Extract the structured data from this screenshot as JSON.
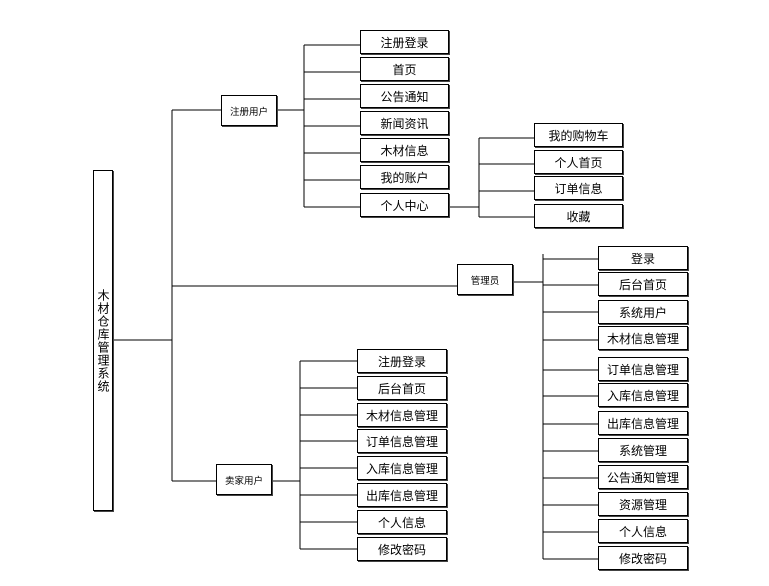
{
  "root": "木材仓库管理系统",
  "groups": [
    {
      "label": "注册用户",
      "items": [
        "注册登录",
        "首页",
        "公告通知",
        "新闻资讯",
        "木材信息",
        "我的账户",
        "个人中心"
      ],
      "sub": {
        "parent": "个人中心",
        "items": [
          "我的购物车",
          "个人首页",
          "订单信息",
          "收藏"
        ]
      }
    },
    {
      "label": "管理员",
      "items": [
        "登录",
        "后台首页",
        "系统用户",
        "木材信息管理",
        "订单信息管理",
        "入库信息管理",
        "出库信息管理",
        "系统管理",
        "公告通知管理",
        "资源管理",
        "个人信息",
        "修改密码"
      ]
    },
    {
      "label": "卖家用户",
      "items": [
        "注册登录",
        "后台首页",
        "木材信息管理",
        "订单信息管理",
        "入库信息管理",
        "出库信息管理",
        "个人信息",
        "修改密码"
      ]
    }
  ]
}
